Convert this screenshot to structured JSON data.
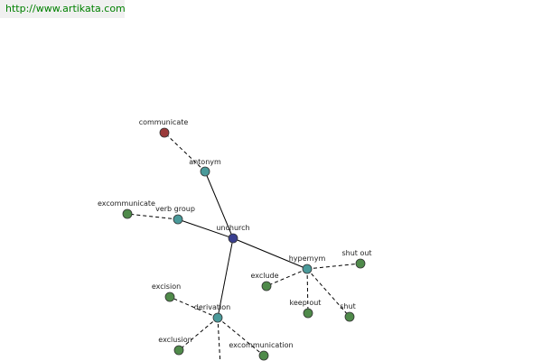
{
  "banner": {
    "url": "http://www.artikata.com"
  },
  "colors": {
    "center": "#3a3f8f",
    "relation": "#4a9a9a",
    "word": "#4f8a4a",
    "antonym_word": "#9a3a3a"
  },
  "graph": {
    "nodes": [
      {
        "id": "unchurch",
        "label": "unchurch",
        "kind": "center"
      },
      {
        "id": "antonym",
        "label": "antonym",
        "kind": "relation"
      },
      {
        "id": "communicate",
        "label": "communicate",
        "kind": "antonym_word"
      },
      {
        "id": "verb-group",
        "label": "verb group",
        "kind": "relation"
      },
      {
        "id": "excommunicate",
        "label": "excommunicate",
        "kind": "word"
      },
      {
        "id": "hypernym",
        "label": "hypernym",
        "kind": "relation"
      },
      {
        "id": "shut-out",
        "label": "shut out",
        "kind": "word"
      },
      {
        "id": "exclude",
        "label": "exclude",
        "kind": "word"
      },
      {
        "id": "keep-out",
        "label": "keep out",
        "kind": "word"
      },
      {
        "id": "shut",
        "label": "shut",
        "kind": "word"
      },
      {
        "id": "derivation",
        "label": "derivation",
        "kind": "relation"
      },
      {
        "id": "excision",
        "label": "excision",
        "kind": "word"
      },
      {
        "id": "exclusion",
        "label": "exclusion",
        "kind": "word"
      },
      {
        "id": "excommunication",
        "label": "excommunication",
        "kind": "word"
      },
      {
        "id": "offscreen-word",
        "label": "",
        "kind": "word"
      }
    ],
    "edges": [
      {
        "from": "unchurch",
        "to": "antonym",
        "style": "solid"
      },
      {
        "from": "unchurch",
        "to": "verb-group",
        "style": "solid"
      },
      {
        "from": "unchurch",
        "to": "hypernym",
        "style": "solid"
      },
      {
        "from": "unchurch",
        "to": "derivation",
        "style": "solid"
      },
      {
        "from": "antonym",
        "to": "communicate",
        "style": "dashed"
      },
      {
        "from": "verb-group",
        "to": "excommunicate",
        "style": "dashed"
      },
      {
        "from": "hypernym",
        "to": "shut-out",
        "style": "dashed"
      },
      {
        "from": "hypernym",
        "to": "exclude",
        "style": "dashed"
      },
      {
        "from": "hypernym",
        "to": "keep-out",
        "style": "dashed"
      },
      {
        "from": "hypernym",
        "to": "shut",
        "style": "dashed"
      },
      {
        "from": "derivation",
        "to": "excision",
        "style": "dashed"
      },
      {
        "from": "derivation",
        "to": "exclusion",
        "style": "dashed"
      },
      {
        "from": "derivation",
        "to": "excommunication",
        "style": "dashed"
      },
      {
        "from": "derivation",
        "to": "offscreen-word",
        "style": "dashed"
      }
    ]
  }
}
